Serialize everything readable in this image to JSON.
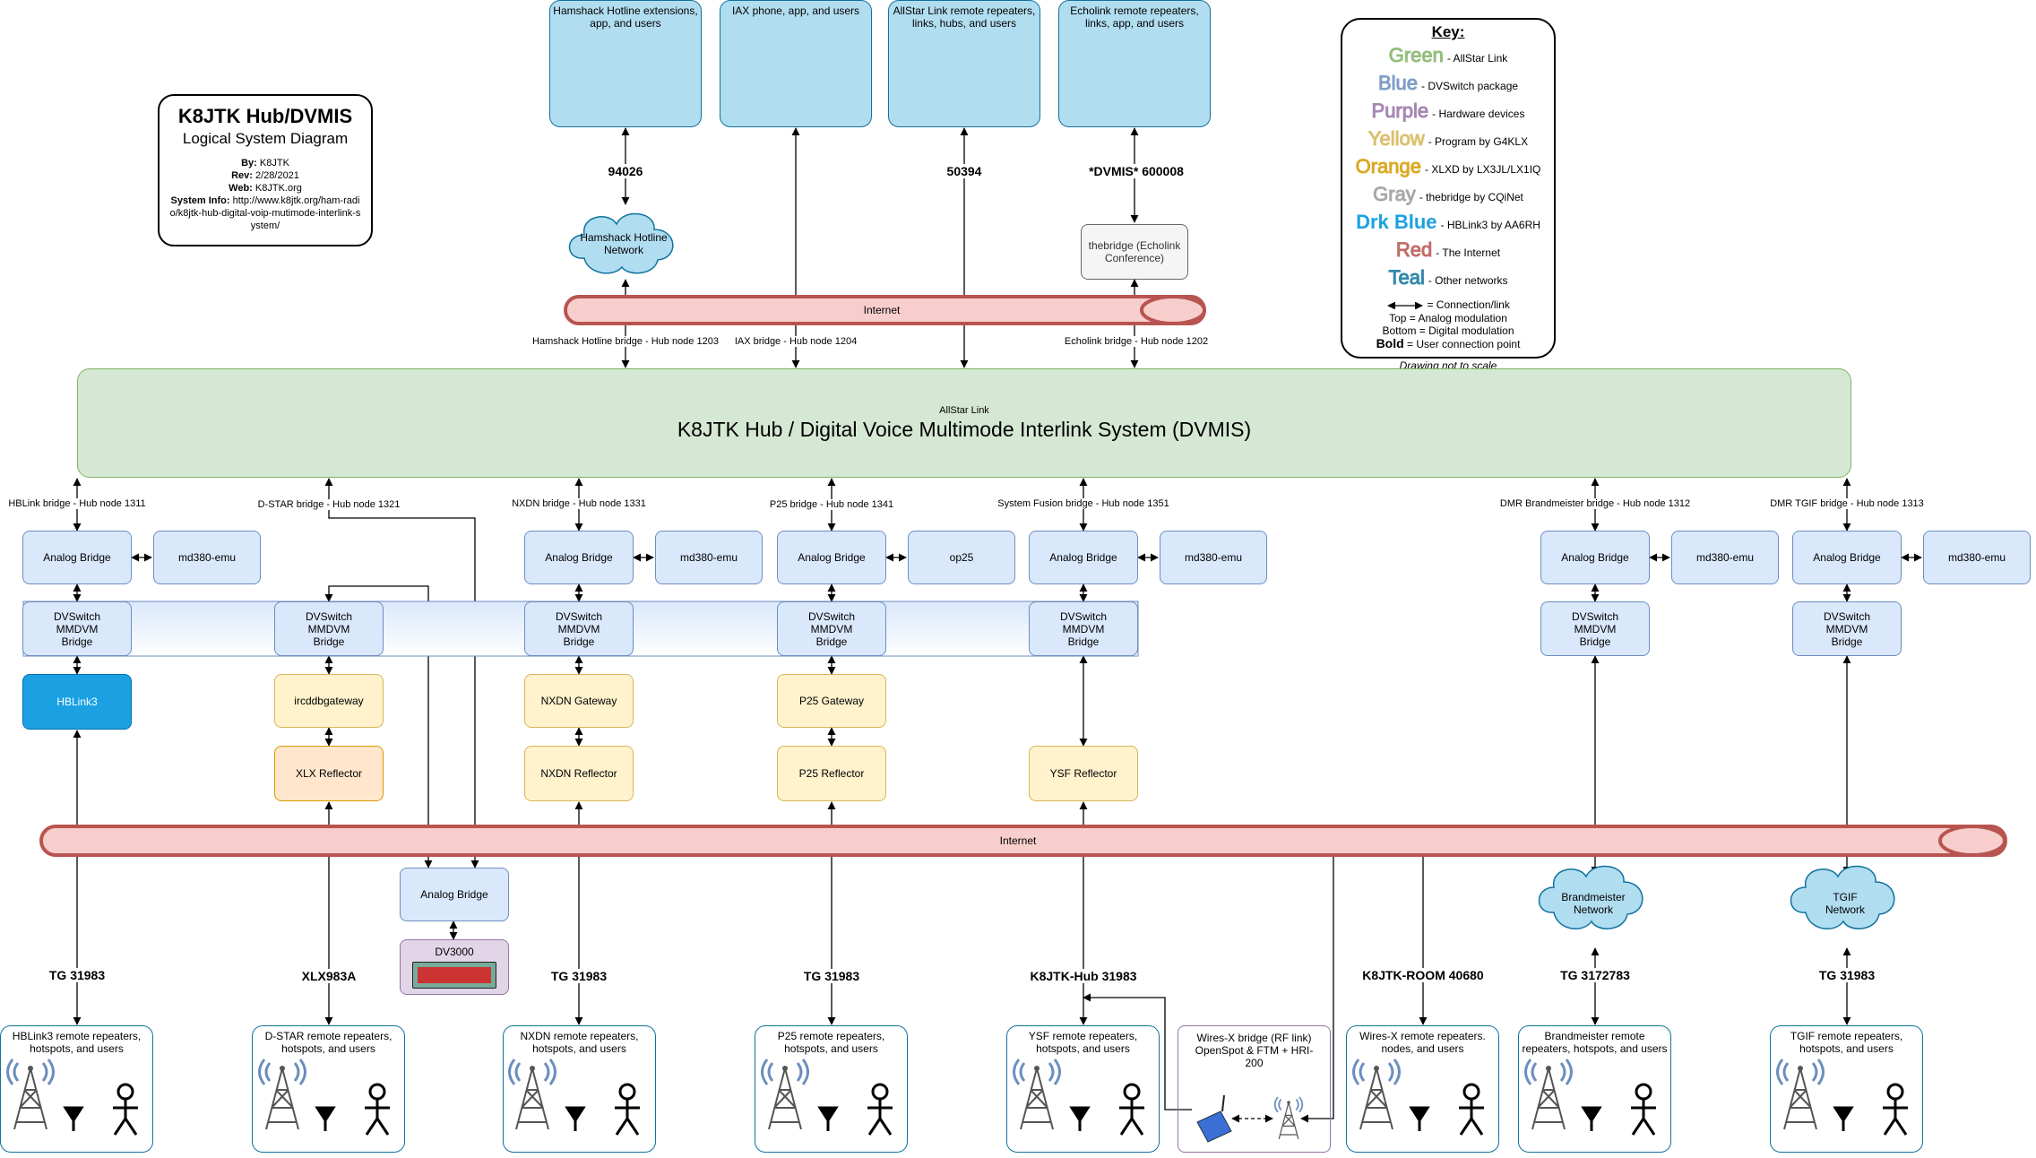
{
  "title": {
    "heading": "K8JTK Hub/DVMIS",
    "subheading": "Logical System Diagram",
    "by_label": "By:",
    "by": "K8JTK",
    "rev_label": "Rev:",
    "rev": "2/28/2021",
    "web_label": "Web:",
    "web": "K8JTK.org",
    "info_label": "System Info:",
    "info": "http://www.k8jtk.org/ham-radio/k8jtk-hub-digital-voip-mutimode-interlink-system/"
  },
  "key": {
    "heading": "Key:",
    "rows": [
      {
        "word": "Green",
        "desc": "- AllStar Link",
        "color": "#82b366"
      },
      {
        "word": "Blue",
        "desc": "- DVSwitch package",
        "color": "#6c8ebf"
      },
      {
        "word": "Purple",
        "desc": "- Hardware devices",
        "color": "#9673a6"
      },
      {
        "word": "Yellow",
        "desc": "- Program by G4KLX",
        "color": "#d6b656"
      },
      {
        "word": "Orange",
        "desc": "- XLXD by LX3JL/LX1IQ",
        "color": "#d79b00"
      },
      {
        "word": "Gray",
        "desc": "- thebridge by CQiNet",
        "color": "#999999"
      },
      {
        "word": "Drk Blue",
        "desc": "- HBLink3 by AA6RH",
        "color": "#1ba1e2"
      },
      {
        "word": "Red",
        "desc": "- The Internet",
        "color": "#b85450"
      },
      {
        "word": "Teal",
        "desc": "- Other networks",
        "color": "#10739e"
      }
    ],
    "link_desc": "= Connection/link",
    "top_desc": "Top = Analog modulation",
    "bottom_desc": "Bottom = Digital modulation",
    "bold_word": "Bold",
    "bold_desc": "= User connection point",
    "note": "Drawing not to scale"
  },
  "hub": {
    "small": "AllStar Link",
    "main": "K8JTK Hub / Digital Voice Multimode Interlink System (DVMIS)"
  },
  "internet_label": "Internet",
  "top_users": [
    {
      "label": "Hamshack Hotline extensions, app, and users"
    },
    {
      "label": "IAX phone, app, and users"
    },
    {
      "label": "AllStar Link remote repeaters, links, hubs, and users"
    },
    {
      "label": "Echolink remote repeaters, links, app, and users"
    }
  ],
  "top_conn": {
    "hamshack": "94026",
    "allstar": "50394",
    "echolink": "*DVMIS* 600008"
  },
  "clouds": {
    "hamshack": "Hamshack Hotline Network",
    "brandmeister": "Brandmeister Network",
    "tgif": "TGIF Network"
  },
  "thebridge": "thebridge (Echolink Conference)",
  "top_bridges": [
    "Hamshack Hotline bridge - Hub node 1203",
    "IAX bridge - Hub node 1204",
    "Echolink bridge - Hub node 1202"
  ],
  "bottom_bridges": [
    "HBLink bridge - Hub node 1311",
    "D-STAR bridge - Hub node 1321",
    "NXDN bridge - Hub node 1331",
    "P25 bridge - Hub node 1341",
    "System Fusion bridge - Hub node 1351",
    "DMR Brandmeister bridge - Hub node 1312",
    "DMR TGIF bridge - Hub node 1313"
  ],
  "analog_bridge": "Analog Bridge",
  "md380": "md380-emu",
  "op25": "op25",
  "mmdvm": "DVSwitch MMDVM Bridge",
  "hblink3": "HBLink3",
  "ircddb": "ircddbgateway",
  "xlx": "XLX Reflector",
  "nxdn_gw": "NXDN Gateway",
  "nxdn_ref": "NXDN Reflector",
  "p25_gw": "P25 Gateway",
  "p25_ref": "P25 Reflector",
  "ysf_ref": "YSF Reflector",
  "dv3000": "DV3000",
  "wiresx_bridge": "Wires-X bridge (RF link) OpenSpot & FTM + HRI-200",
  "bottom_conn": {
    "hblink": "TG 31983",
    "dstar": "XLX983A",
    "nxdn": "TG 31983",
    "p25": "TG 31983",
    "ysf": "K8JTK-Hub 31983",
    "wiresx": "K8JTK-ROOM 40680",
    "bm": "TG 3172783",
    "tgif": "TG 31983"
  },
  "bottom_users": [
    "HBLink3 remote repeaters, hotspots, and users",
    "D-STAR remote repeaters, hotspots, and users",
    "NXDN remote repeaters, hotspots, and users",
    "P25 remote repeaters, hotspots, and users",
    "YSF remote repeaters, hotspots, and users",
    "Wires-X remote repeaters. nodes, and users",
    "Brandmeister remote repeaters, hotspots, and users",
    "TGIF remote repeaters, hotspots, and users"
  ]
}
